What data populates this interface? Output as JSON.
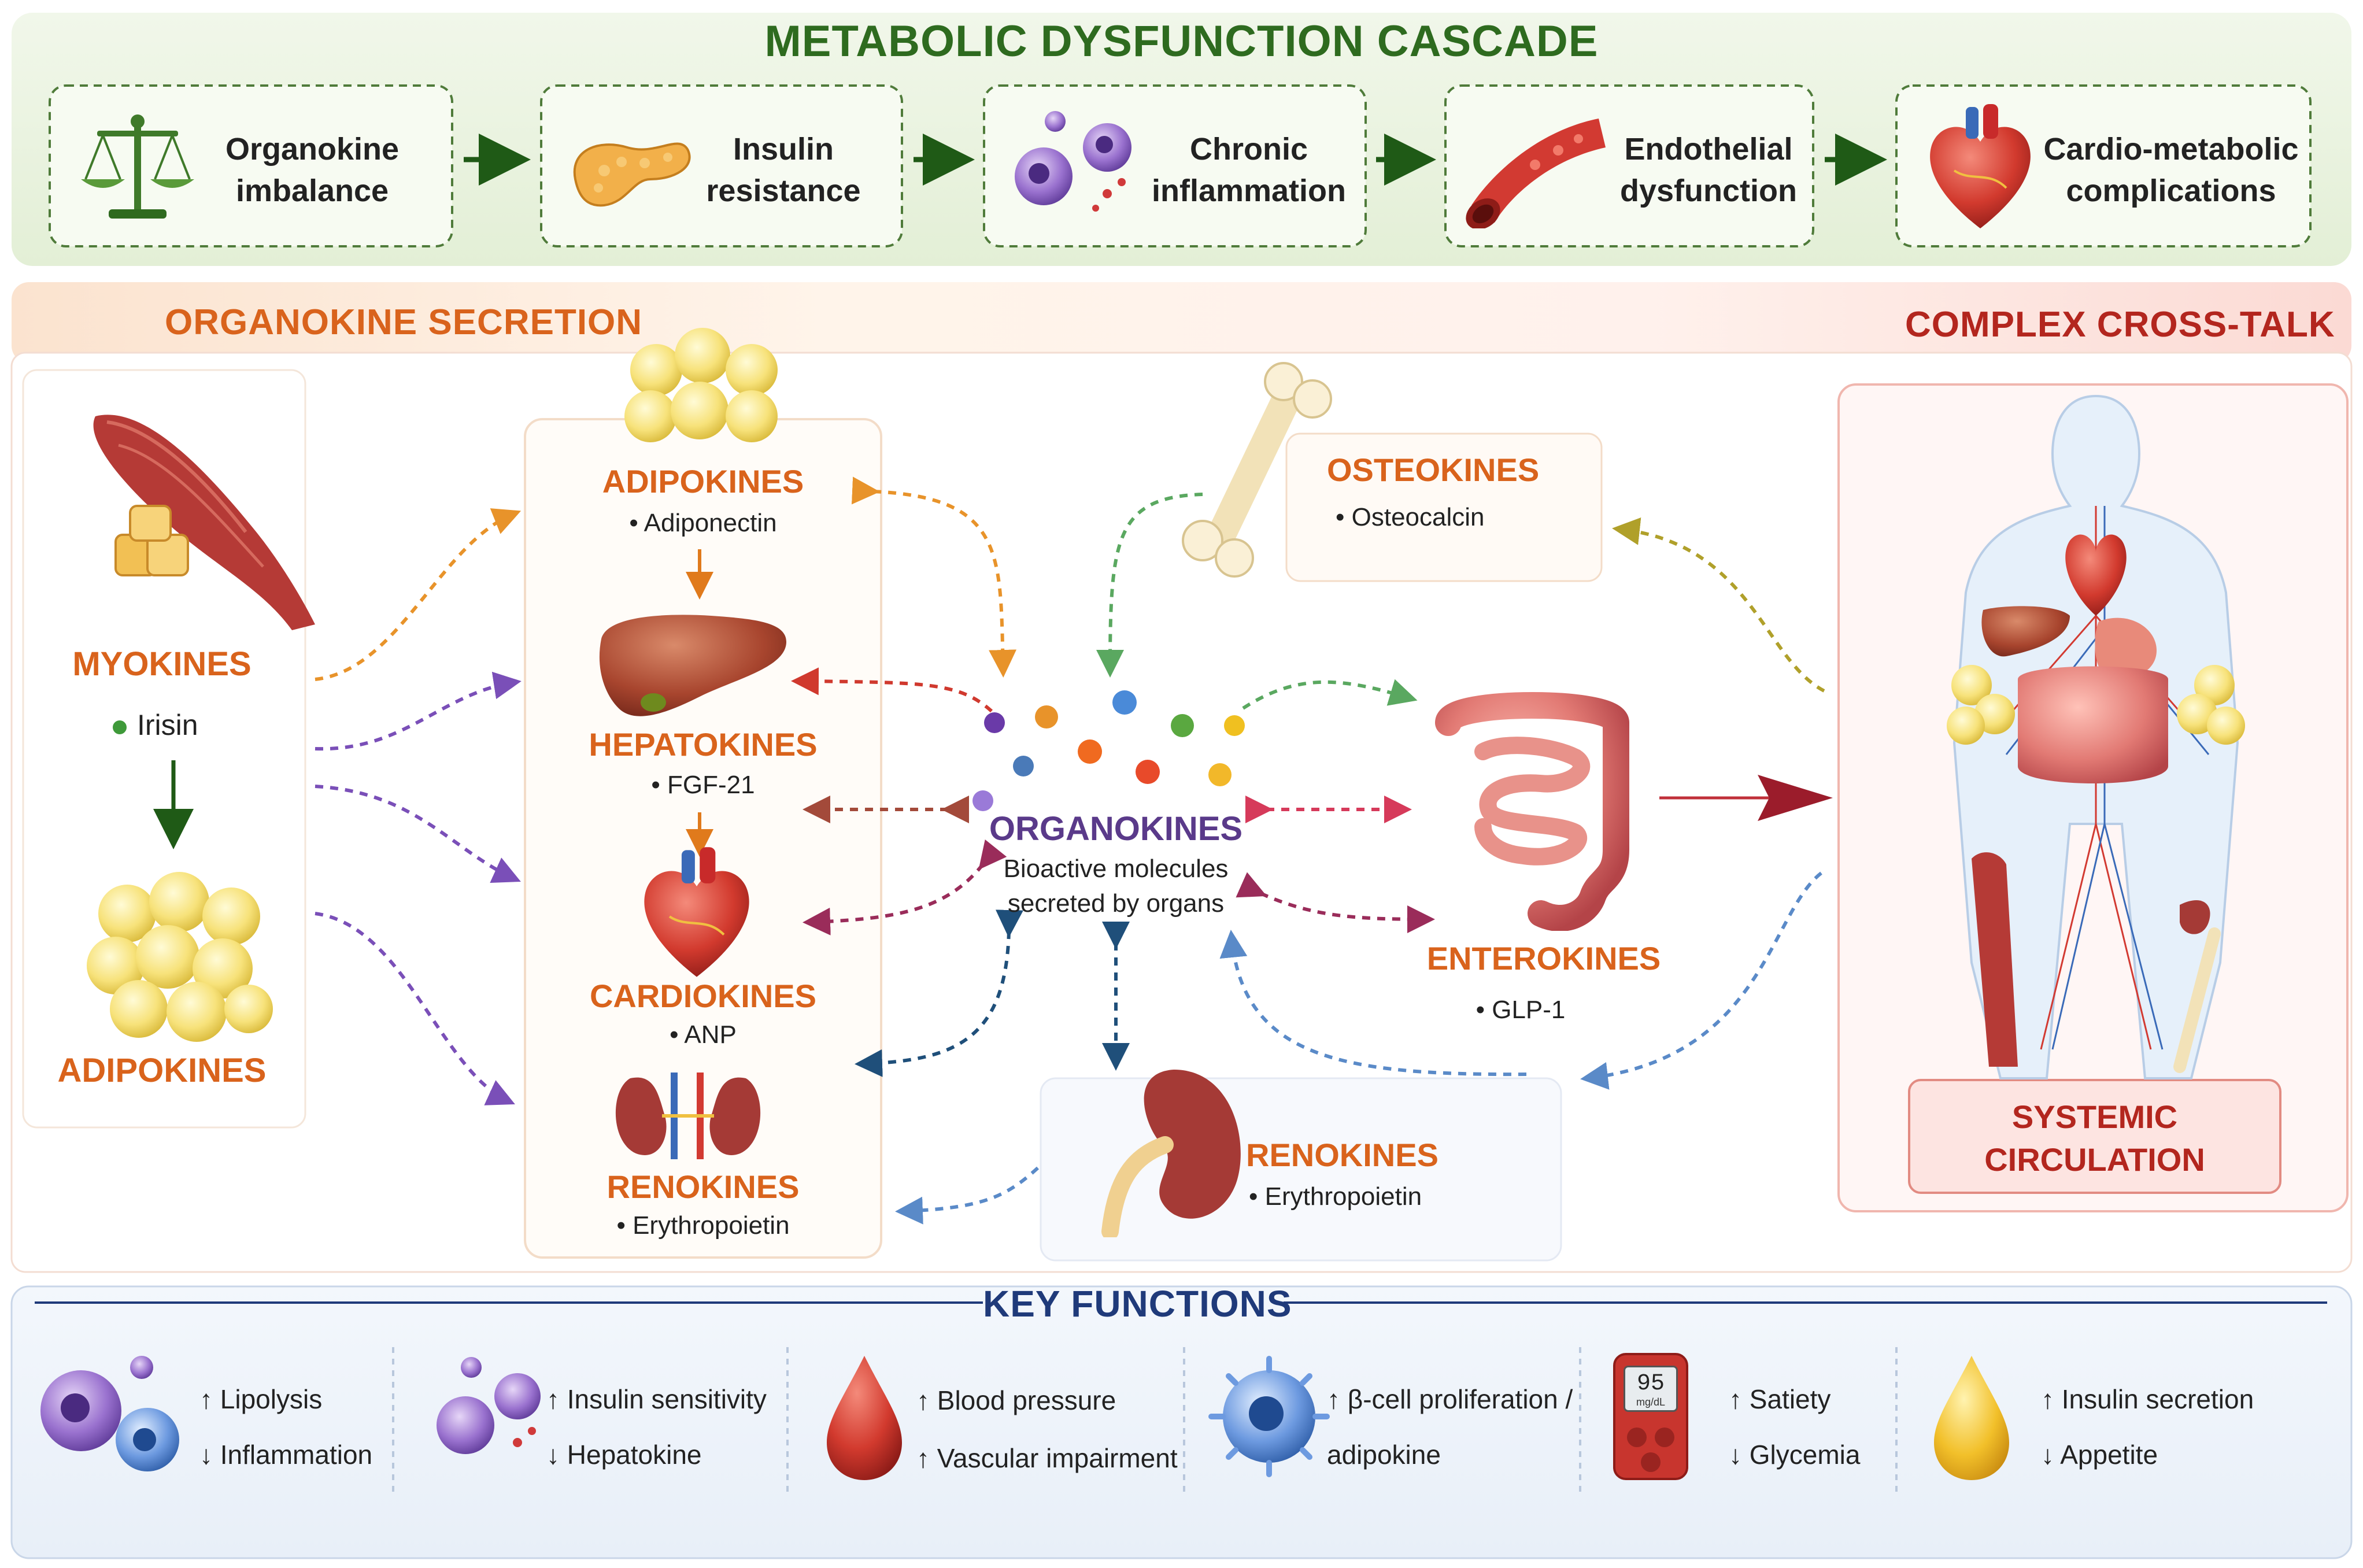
{
  "colors": {
    "cascade_green": "#2e6b1f",
    "arrow_green": "#1f5a16",
    "orange": "#d9631c",
    "red_title": "#b3261e",
    "dark_red": "#9b1c2b",
    "navy": "#1f3a7a",
    "purple": "#5a3a8a",
    "black": "#222222"
  },
  "cascade": {
    "title": "METABOLIC DYSFUNCTION CASCADE",
    "steps": [
      {
        "icon": "balance-scale-icon",
        "line1": "Organokine",
        "line2": "imbalance"
      },
      {
        "icon": "pancreas-icon",
        "line1": "Insulin",
        "line2": "resistance"
      },
      {
        "icon": "immune-cells-icon",
        "line1": "Chronic",
        "line2": "inflammation"
      },
      {
        "icon": "blood-vessel-icon",
        "line1": "Endothelial",
        "line2": "dysfunction"
      },
      {
        "icon": "heart-icon",
        "line1": "Cardio-metabolic",
        "line2": "complications"
      }
    ]
  },
  "main": {
    "secretion_title": "ORGANOKINE SECRETION",
    "crosstalk_title": "COMPLEX CROSS-TALK",
    "left": {
      "myokines": "MYOKINES",
      "myokine_item": "Irisin",
      "adipokines": "ADIPOKINES"
    },
    "column": {
      "adipokines": {
        "name": "ADIPOKINES",
        "item": "Adiponectin"
      },
      "hepatokines": {
        "name": "HEPATOKINES",
        "item": "FGF-21"
      },
      "cardiokines": {
        "name": "CARDIOKINES",
        "item": "ANP"
      },
      "renokines": {
        "name": "RENOKINES",
        "item": "Erythropoietin"
      }
    },
    "center": {
      "name": "ORGANOKINES",
      "desc1": "Bioactive molecules",
      "desc2": "secreted by organs"
    },
    "osteokines": {
      "name": "OSTEOKINES",
      "item": "Osteocalcin"
    },
    "enterokines": {
      "name": "ENTEROKINES",
      "item": "GLP-1"
    },
    "renokines2": {
      "name": "RENOKINES",
      "item": "Erythropoietin"
    },
    "systemic": {
      "line1": "SYSTEMIC",
      "line2": "CIRCULATION"
    }
  },
  "key_functions": {
    "title": "KEY FUNCTIONS",
    "items": [
      {
        "icon": "immune-cells-icon",
        "line1": "↑ Lipolysis",
        "line2": "↓ Inflammation"
      },
      {
        "icon": "immune-cells-icon",
        "line1": "↑ Insulin sensitivity",
        "line2": "↓ Hepatokine"
      },
      {
        "icon": "blood-drop-icon",
        "line1": "↑ Blood pressure",
        "line2": "↑ Vascular impairment"
      },
      {
        "icon": "beta-cell-icon",
        "line1": "↑ β-cell proliferation /",
        "line2": "adipokine"
      },
      {
        "icon": "glucometer-icon",
        "line1": "↑ Satiety",
        "line2": "↓ Glycemia",
        "meter_value": "95",
        "meter_unit": "mg/dL"
      },
      {
        "icon": "insulin-drop-icon",
        "line1": "↑ Insulin secretion",
        "line2": "↓ Appetite"
      }
    ]
  }
}
